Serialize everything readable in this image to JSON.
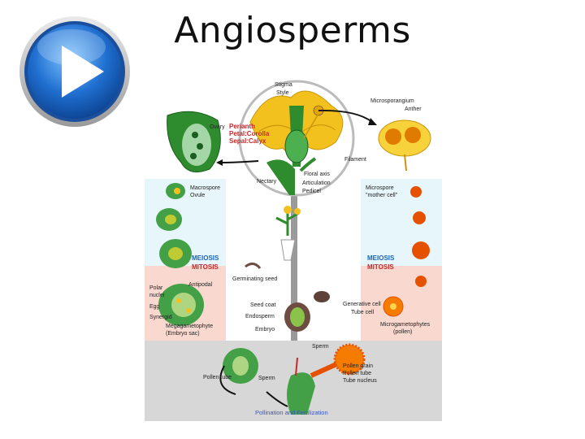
{
  "header": {
    "title": "Angiosperms"
  },
  "colors": {
    "accent_blue": "#1f6fd0",
    "flower_yellow": "#f3c11d",
    "plant_green": "#2e8b2e",
    "meiosis_band": "#e6f6fa",
    "mitosis_band": "#f9d9cf",
    "fertilization_band": "#d7d7d7"
  },
  "icons": {
    "play": "play-button-icon"
  },
  "diagram": {
    "flower_labels": {
      "stigma": "Stigma",
      "style": "Style",
      "ovary": "Ovary",
      "perianth": "Perianth",
      "petal": "Petal:Corolla",
      "sepal": "Sepal:Calyx",
      "filament": "Filament",
      "floral_axis": "Floral axis",
      "nectary": "Nectary",
      "articulation": "Articulation",
      "pedicel": "Pedicel",
      "microsporangium": "Microsporangium",
      "anther": "Anther"
    },
    "left_labels": {
      "macrospore": "Macrospore",
      "ovule": "Ovule",
      "antipodal": "Antipodal",
      "polar_nuclei_1": "Polar",
      "polar_nuclei_2": "nuclei",
      "egg": "Egg",
      "synergid": "Synergid",
      "megagametophyte_1": "Megagametophyte",
      "megagametophyte_2": "(Embryo sac)"
    },
    "right_labels": {
      "microspore_1": "Microspore",
      "microspore_2": "\"mother cell\"",
      "generative_cell": "Generative cell",
      "tube_cell": "Tube cell",
      "microgametophyte_1": "Microgametophytes",
      "microgametophyte_2": "(pollen)"
    },
    "center_labels": {
      "germinating_seed": "Germinating seed",
      "seed_coat": "Seed coat",
      "endosperm": "Endosperm",
      "embryo": "Embryo"
    },
    "bottom_labels": {
      "pollen_tube_left": "Pollen tube",
      "sperm_left": "Sperm",
      "sperm_right": "Sperm",
      "pollen_grain": "Pollen grain",
      "pollen_tube_right": "Pollen tube",
      "tube_nucleus": "Tube nucleus",
      "pollination": "Pollination and Fertilization"
    },
    "phases": {
      "meiosis": "MEIOSIS",
      "mitosis": "MITOSIS"
    }
  }
}
